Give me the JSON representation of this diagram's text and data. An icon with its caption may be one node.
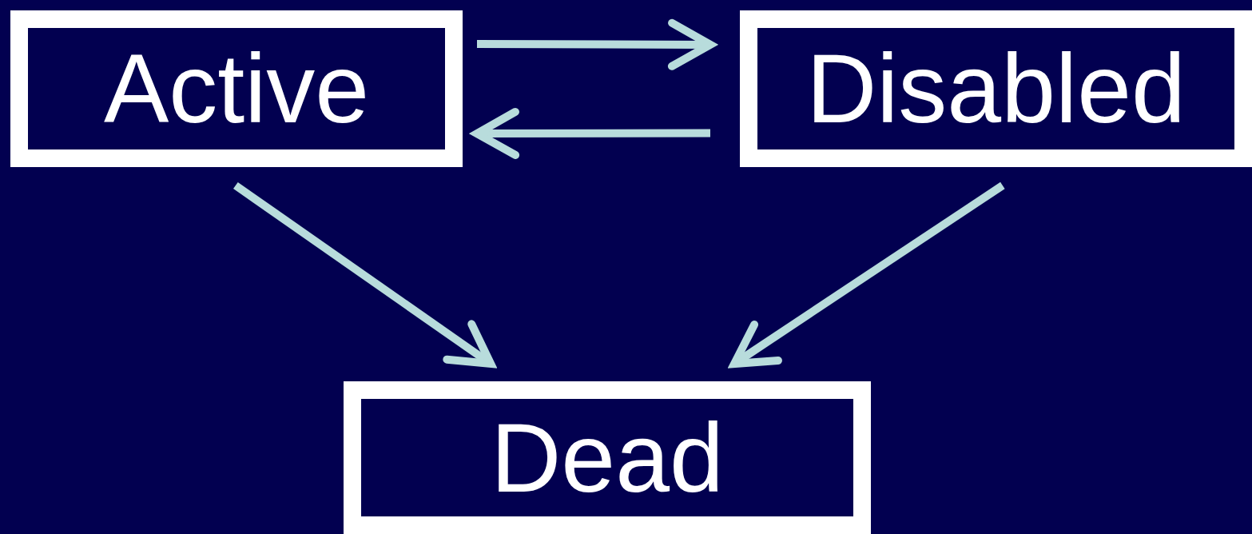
{
  "diagram": {
    "nodes": [
      {
        "text": [
          "Active"
        ]
      },
      {
        "text": [
          "Disabled"
        ]
      },
      {
        "text": [
          "Dead"
        ]
      }
    ],
    "edges": [
      {
        "from": 0,
        "to": 1,
        "arrow": "to"
      },
      {
        "from": 1,
        "to": 0,
        "arrow": "to"
      },
      {
        "from": 0,
        "to": 2,
        "arrow": "to"
      },
      {
        "from": 1,
        "to": 2,
        "arrow": "to"
      }
    ]
  }
}
